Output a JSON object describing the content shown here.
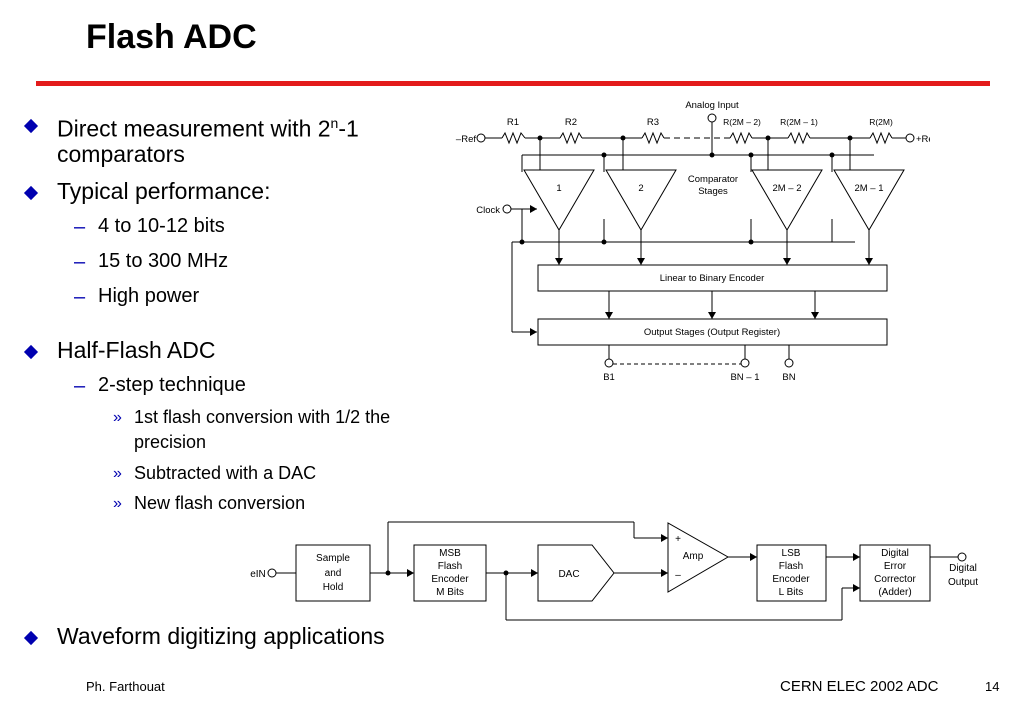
{
  "slide": {
    "title": "Flash ADC",
    "accent_color": "#e31b1b",
    "bullet_color": "#0000b0"
  },
  "bullets": {
    "direct": {
      "prefix": "Direct measurement with 2",
      "sup": "n",
      "suffix": "-1",
      "line2": "comparators"
    },
    "typical": "Typical performance:",
    "typical_items": [
      "4 to 10-12 bits",
      "15 to 300 MHz",
      "High power"
    ],
    "half_flash": "Half-Flash ADC",
    "two_step": "2-step technique",
    "sub_items": {
      "first_line1": "1st flash conversion with 1/2 the",
      "first_line2": "precision",
      "second": "Subtracted with a DAC",
      "third": "New flash conversion"
    },
    "waveform": "Waveform digitizing applications"
  },
  "flash_diagram": {
    "analog_input": "Analog Input",
    "neg_ref": "–Ref",
    "pos_ref": "+Ref",
    "clock": "Clock",
    "resistors": [
      "R1",
      "R2",
      "R3",
      "R(2M – 2)",
      "R(2M – 1)",
      "R(2M)"
    ],
    "comparators": [
      "1",
      "2",
      "2M – 2",
      "2M – 1"
    ],
    "comparator_stages": [
      "Comparator",
      "Stages"
    ],
    "encoder": "Linear to Binary Encoder",
    "output_stages": "Output Stages (Output Register)",
    "outputs": [
      "B1",
      "BN – 1",
      "BN"
    ]
  },
  "halfflash_diagram": {
    "input": "eIN",
    "sample_hold": [
      "Sample",
      "and",
      "Hold"
    ],
    "msb": [
      "MSB",
      "Flash",
      "Encoder",
      "M Bits"
    ],
    "dac": "DAC",
    "amp": "Amp",
    "plus": "+",
    "minus": "–",
    "lsb": [
      "LSB",
      "Flash",
      "Encoder",
      "L Bits"
    ],
    "corrector": [
      "Digital",
      "Error",
      "Corrector",
      "(Adder)"
    ],
    "output": [
      "Digital",
      "Output"
    ]
  },
  "footer": {
    "author": "Ph. Farthouat",
    "course": "CERN ELEC 2002 ADC",
    "page": "14"
  }
}
